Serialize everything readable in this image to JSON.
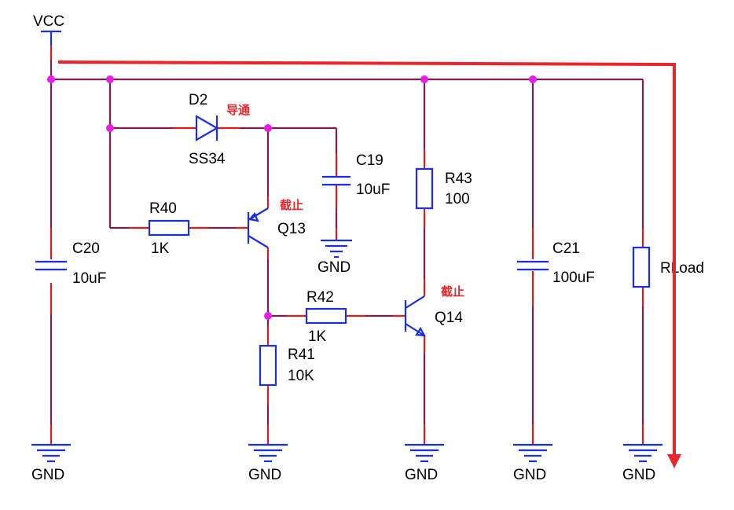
{
  "colors": {
    "wire": "#7a1f4e",
    "pin": "#e01b1b",
    "component": "#1a2ee6",
    "junction": "#e81ee6",
    "annotation": "#e8262b",
    "current_arrow": "#e8262b"
  },
  "power": {
    "vcc": "VCC",
    "gnd": "GND"
  },
  "components": {
    "c20": {
      "ref": "C20",
      "value": "10uF"
    },
    "d2": {
      "ref": "D2",
      "value": "SS34",
      "state": "导通"
    },
    "r40": {
      "ref": "R40",
      "value": "1K"
    },
    "q13": {
      "ref": "Q13",
      "state": "截止"
    },
    "c19": {
      "ref": "C19",
      "value": "10uF"
    },
    "r41": {
      "ref": "R41",
      "value": "10K"
    },
    "r42": {
      "ref": "R42",
      "value": "1K"
    },
    "q14": {
      "ref": "Q14",
      "state": "截止"
    },
    "r43": {
      "ref": "R43",
      "value": "100"
    },
    "c21": {
      "ref": "C21",
      "value": "100uF"
    },
    "rload": {
      "ref": "RLoad"
    }
  }
}
